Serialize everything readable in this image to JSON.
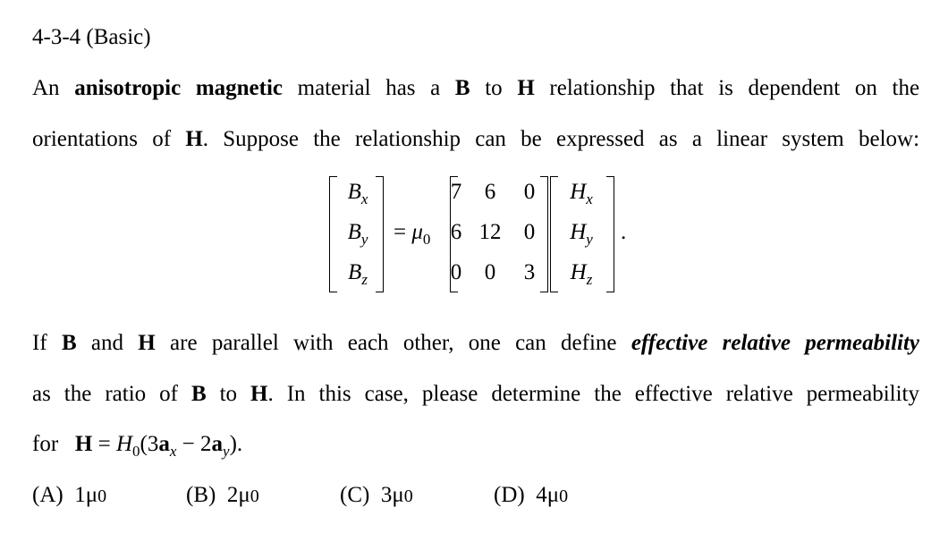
{
  "title": "4-3-4 (Basic)",
  "para1": {
    "t1": "An",
    "b1": "anisotropic magnetic",
    "t2": "material has a",
    "b2": "B",
    "t3": "to",
    "b3": "H",
    "t4": "relationship that is dependent on the"
  },
  "para2": {
    "t1": "orientations of",
    "b1": "H",
    "t2": ". Suppose the relationship can be expressed as a linear system below:"
  },
  "equation": {
    "lhs": [
      {
        "v": "B",
        "s": "x"
      },
      {
        "v": "B",
        "s": "y"
      },
      {
        "v": "B",
        "s": "z"
      }
    ],
    "equals": "=",
    "mu": "μ",
    "mu_sub": "0",
    "matrix": [
      [
        "7",
        "6",
        "0"
      ],
      [
        "6",
        "12",
        "0"
      ],
      [
        "0",
        "0",
        "3"
      ]
    ],
    "rhs": [
      {
        "v": "H",
        "s": "x"
      },
      {
        "v": "H",
        "s": "y"
      },
      {
        "v": "H",
        "s": "z"
      }
    ],
    "period": "."
  },
  "para3": {
    "t1": "If",
    "b1": "B",
    "t2": "and",
    "b2": "H",
    "t3": "are parallel with each other, one can define",
    "bi1": "effective relative permeability"
  },
  "para4": {
    "t1": "as the ratio of",
    "b1": "B",
    "t2": "to",
    "b2": "H",
    "t3": ". In this case, please determine the effective relative permeability"
  },
  "para5": {
    "t1": "for",
    "b1": "H",
    "t2": "=",
    "h0": "H",
    "h0_sub": "0",
    "t3": "(3",
    "a1": "a",
    "a1_sub": "x",
    "t4": " − 2",
    "a2": "a",
    "a2_sub": "y",
    "t5": ")."
  },
  "options": [
    {
      "label": "(A)",
      "value": "1μ",
      "sub": "0"
    },
    {
      "label": "(B)",
      "value": "2μ",
      "sub": "0"
    },
    {
      "label": "(C)",
      "value": "3μ",
      "sub": "0"
    },
    {
      "label": "(D)",
      "value": "4μ",
      "sub": "0"
    }
  ]
}
